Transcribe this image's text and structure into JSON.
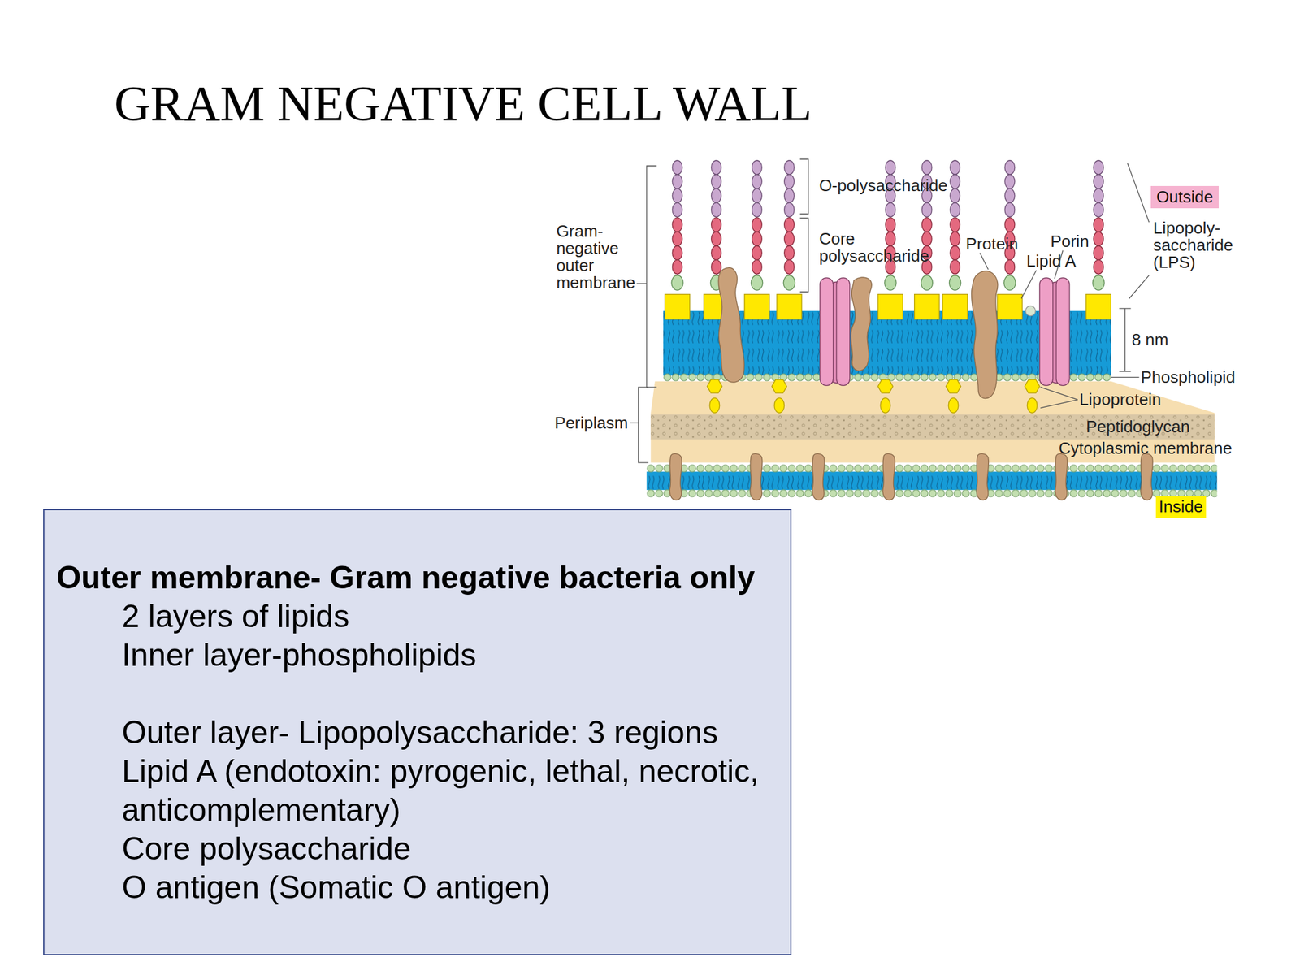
{
  "diagram": {
    "title": "GRAM NEGATIVE CELL WALL",
    "nodes": [
      {
        "text": [
          "Outside"
        ]
      },
      {
        "text": [
          "Inside"
        ]
      },
      {
        "text": [
          "Outer membrane- Gram negative bacteria only",
          "2 layers of lipids",
          "Inner layer-phospholipids",
          "Outer layer- Lipopolysaccharide: 3 regions",
          "Lipid A (endotoxin: pyrogenic, lethal, necrotic, anticomplementary)",
          "Core polysaccharide",
          "O antigen (Somatic O antigen)"
        ]
      }
    ],
    "labels": [
      "O-polysaccharide",
      "Gram- negative outer membrane",
      "Core polysaccharide",
      "Protein",
      "Porin",
      "Lipid A",
      "Lipopoly- saccharide (LPS)",
      "8 nm",
      "Phospholipid",
      "Lipoprotein",
      "Periplasm",
      "Peptidoglycan",
      "Cytoplasmic membrane"
    ]
  }
}
